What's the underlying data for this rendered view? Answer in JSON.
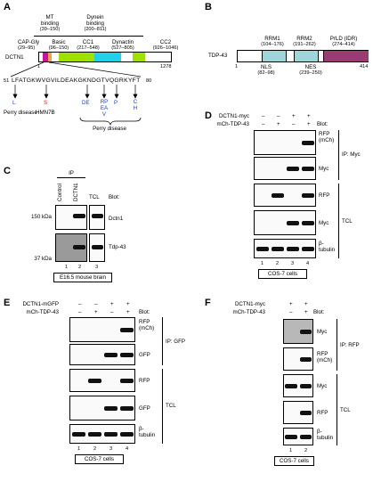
{
  "panels": {
    "A": {
      "label": "A",
      "domain_labels": [
        {
          "id": "mt",
          "name": "MT",
          "sub": "binding",
          "range": "(39–150)"
        },
        {
          "id": "dyn",
          "name": "Dynein",
          "sub": "binding",
          "range": "(200–811)"
        },
        {
          "id": "capgly",
          "name": "CAP-Gly",
          "range": "(29–95)"
        },
        {
          "id": "basic",
          "name": "Basic",
          "range": "(96–150)"
        },
        {
          "id": "cc1",
          "name": "CC1",
          "range": "(217–548)"
        },
        {
          "id": "dynactin",
          "name": "Dynactin",
          "range": "(527–805)"
        },
        {
          "id": "cc2",
          "name": "CC2",
          "range": "(926–1046)"
        }
      ],
      "protein": "DCTN1",
      "start": "1",
      "end": "1278",
      "zoom_start": "51",
      "zoom_end": "80",
      "sequence": "LFATGKWVGVILDEAKGKNDGTVQGRKYFT",
      "mutations": [
        {
          "id": "m1",
          "to": "L",
          "note": "Perry disease"
        },
        {
          "id": "m2",
          "to": "S",
          "note": "HMN7B"
        },
        {
          "id": "m3",
          "to": "DE"
        },
        {
          "id": "m4",
          "to": "RP\nEA\nV"
        },
        {
          "id": "m5",
          "to": "P"
        },
        {
          "id": "m6",
          "to": "C\nH"
        }
      ],
      "perry_label": "Perry disease",
      "colors": {
        "capgly": "#c6169c",
        "basic": "#f2a04a",
        "cc": "#9fe000",
        "dynactin": "#22d0e8"
      }
    },
    "B": {
      "label": "B",
      "protein": "TDP-43",
      "start": "1",
      "end": "414",
      "rrm1": "RRM1",
      "rrm1_range": "(104–176)",
      "rrm2": "RRM2",
      "rrm2_range": "(191–262)",
      "prld": "PrLD (IDR)",
      "prld_range": "(274–414)",
      "nls": "NLS",
      "nls_range": "(82–98)",
      "nes": "NES",
      "nes_range": "(239–250)",
      "colors": {
        "rrm": "#9ed5d9",
        "prld": "#9a3c72"
      }
    },
    "C": {
      "label": "C",
      "ip": "IP",
      "lanes": [
        "Control",
        "DCTN1"
      ],
      "tcl": "TCL",
      "blot_header": "Blot:",
      "mw_150": "150 kDa",
      "mw_37": "37 kDa",
      "dctn1": "Dctn1",
      "tdp43": "Tdp-43",
      "lane_numbers": [
        "1",
        "2",
        "3"
      ],
      "footer": "E16.5 mouse brain"
    },
    "D": {
      "label": "D",
      "row1": "DCTN1-myc",
      "row2": "mCh-TDP-43",
      "signs_row1": [
        "–",
        "–",
        "+",
        "+"
      ],
      "signs_row2": [
        "–",
        "+",
        "–",
        "+"
      ],
      "blot_header": "Blot:",
      "blots_ip": [
        "RFP\n(mCh)",
        "Myc"
      ],
      "ip_label": "IP: Myc",
      "blots_tcl": [
        "RFP",
        "Myc",
        "β-\ntubulin"
      ],
      "tcl_label": "TCL",
      "lane_numbers": [
        "1",
        "2",
        "3",
        "4"
      ],
      "footer": "COS-7 cells"
    },
    "E": {
      "label": "E",
      "row1": "DCTN1-mGFP",
      "row2": "mCh-TDP-43",
      "signs_row1": [
        "–",
        "–",
        "+",
        "+"
      ],
      "signs_row2": [
        "–",
        "+",
        "–",
        "+"
      ],
      "blot_header": "Blot:",
      "blots_ip": [
        "RFP\n(mCh)",
        "GFP"
      ],
      "ip_label": "IP: GFP",
      "blots_tcl": [
        "RFP",
        "GFP",
        "β-\ntubulin"
      ],
      "tcl_label": "TCL",
      "lane_numbers": [
        "1",
        "2",
        "3",
        "4"
      ],
      "footer": "COS-7 cells"
    },
    "F": {
      "label": "F",
      "row1": "DCTN1-myc",
      "row2": "mCh-TDP-43",
      "signs_row1": [
        "+",
        "+"
      ],
      "signs_row2": [
        "–",
        "+"
      ],
      "blot_header": "Blot:",
      "blots_ip": [
        "Myc",
        "RFP\n(mCh)"
      ],
      "ip_label": "IP: RFP",
      "blots_tcl": [
        "Myc",
        "RFP",
        "β-\ntubulin"
      ],
      "tcl_label": "TCL",
      "lane_numbers": [
        "1",
        "2"
      ],
      "footer": "COS-7 cells"
    }
  }
}
